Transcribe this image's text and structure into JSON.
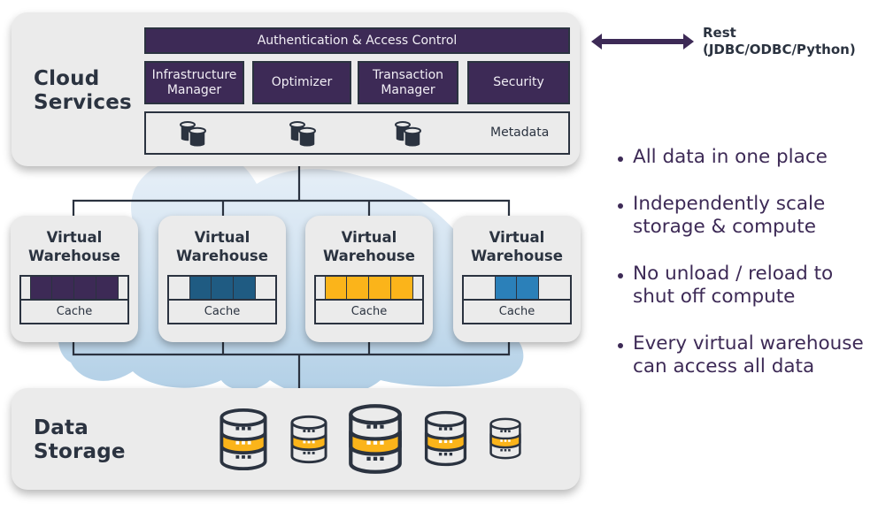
{
  "cloud_services": {
    "title_line1": "Cloud",
    "title_line2": "Services",
    "auth_bar": "Authentication & Access Control",
    "services": [
      {
        "line1": "Infrastructure",
        "line2": "Manager"
      },
      {
        "line1": "Optimizer",
        "line2": ""
      },
      {
        "line1": "Transaction",
        "line2": "Manager"
      },
      {
        "line1": "Security",
        "line2": ""
      }
    ],
    "metadata_label": "Metadata",
    "metadata_icons": [
      "database-stack-icon",
      "database-stack-icon",
      "database-stack-icon"
    ]
  },
  "interface": {
    "arrow_icon": "double-arrow-icon",
    "line1": "Rest",
    "line2": "(JDBC/ODBC/Python)"
  },
  "virtual_warehouses": [
    {
      "title_line1": "Virtual",
      "title_line2": "Warehouse",
      "cache_label": "Cache",
      "active_cells": 4,
      "total_cells": 4,
      "color": "#3d2a56"
    },
    {
      "title_line1": "Virtual",
      "title_line2": "Warehouse",
      "cache_label": "Cache",
      "active_cells": 3,
      "total_cells": 3,
      "color": "#1f5b82"
    },
    {
      "title_line1": "Virtual",
      "title_line2": "Warehouse",
      "cache_label": "Cache",
      "active_cells": 4,
      "total_cells": 4,
      "color": "#fbb41a"
    },
    {
      "title_line1": "Virtual",
      "title_line2": "Warehouse",
      "cache_label": "Cache",
      "active_cells": 2,
      "total_cells": 2,
      "color": "#2b80b9"
    }
  ],
  "data_storage": {
    "title_line1": "Data",
    "title_line2": "Storage",
    "databases": [
      "database-icon",
      "database-icon",
      "database-icon",
      "database-icon",
      "database-icon"
    ]
  },
  "bullets": [
    {
      "line1": "All data in one place",
      "line2": ""
    },
    {
      "line1": "Independently scale",
      "line2": "storage & compute"
    },
    {
      "line1": "No unload / reload to",
      "line2": "shut off compute"
    },
    {
      "line1": "Every virtual warehouse",
      "line2": "can access all data"
    }
  ],
  "colors": {
    "purple": "#3d2a56",
    "navy": "#2b3340",
    "panel": "#ebebeb",
    "cloud": "#b3d1e8",
    "amber": "#fbb41a"
  }
}
